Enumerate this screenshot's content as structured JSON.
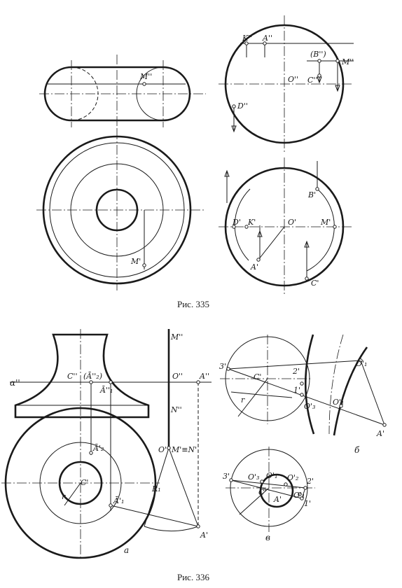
{
  "fig335": {
    "caption": "Рис. 335",
    "labels": {
      "m2_left": "M''",
      "m1_left": "M'",
      "k2": "K''",
      "a2": "A''",
      "b2": "(B'')",
      "m2": "M''",
      "o2": "O''",
      "c2": "C''",
      "d2": "D''",
      "b1": "B'",
      "d1": "D'",
      "k1": "K'",
      "o1": "O'",
      "m1": "M'",
      "a1": "A'",
      "c1": "C'"
    }
  },
  "fig336": {
    "caption": "Рис. 336",
    "sub_a": "а",
    "sub_b": "б",
    "sub_v": "в",
    "labels": {
      "alpha": "α''",
      "c2": "C''",
      "a2bar": "(Ā''₂)",
      "a1bar2": "Ā''₁",
      "o2": "O''",
      "a2": "A''",
      "m2": "M''",
      "n2": "N''",
      "o1": "O'",
      "mn": "M'≡N'",
      "r1": "R₁",
      "a1prime": "A'",
      "a2bar1": "Ā'₂",
      "c1": "C'",
      "r": "r",
      "a1bar1": "Ā'₁",
      "b_3": "3'",
      "b_c": "C'",
      "b_2": "2'",
      "b_o1": "O'₁",
      "b_r": "r",
      "b_1": "1'",
      "b_o3": "O'₃",
      "b_o1b": "O'₁",
      "b_a": "A'",
      "v_3": "3'",
      "v_o3": "O'₃",
      "v_o1": "O'₁",
      "v_o2": "O'₂",
      "v_2": "2'",
      "v_c": "C'",
      "v_a": "A'",
      "v_o1b": "O'₁",
      "v_1": "1'"
    }
  }
}
